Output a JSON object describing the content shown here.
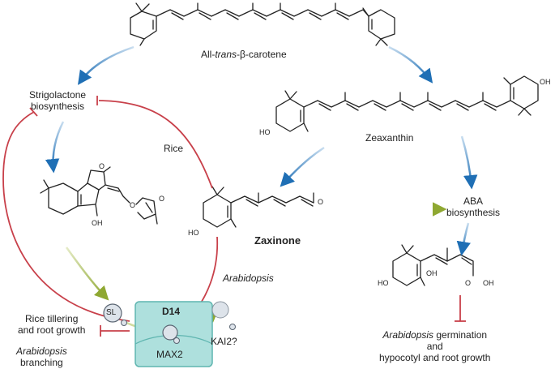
{
  "labels": {
    "beta_carotene_prefix": "All-",
    "beta_carotene_italic": "trans",
    "beta_carotene_suffix": "-β-carotene",
    "sl_biosynthesis_line1": "Strigolactone",
    "sl_biosynthesis_line2": "biosynthesis",
    "zeaxanthin": "Zeaxanthin",
    "rice": "Rice",
    "zaxinone": "Zaxinone",
    "aba_line1": "ABA",
    "aba_line2": "biosynthesis",
    "arabidopsis_mid": "Arabidopsis",
    "rice_tillering_line1": "Rice tillering",
    "rice_tillering_line2": "and root growth",
    "arabidopsis_branching_line1": "Arabidopsis",
    "arabidopsis_branching_line2": "branching",
    "sl_ligand": "SL",
    "d14": "D14",
    "max2": "MAX2",
    "kai2": "KAI2?",
    "germination_italic": "Arabidopsis",
    "germination_line1_rest": " germination",
    "germination_line2": "and",
    "germination_line3": "hypocotyl and root growth"
  },
  "chem_atoms": {
    "o": "O",
    "oh": "OH",
    "ho": "HO"
  },
  "colors": {
    "blue_arrow": "#1f6fb5",
    "green_arrow": "#8fa832",
    "red_inhibit": "#c8404a",
    "receptor_fill": "#aee0dd",
    "receptor_stroke": "#5fb5b0"
  }
}
